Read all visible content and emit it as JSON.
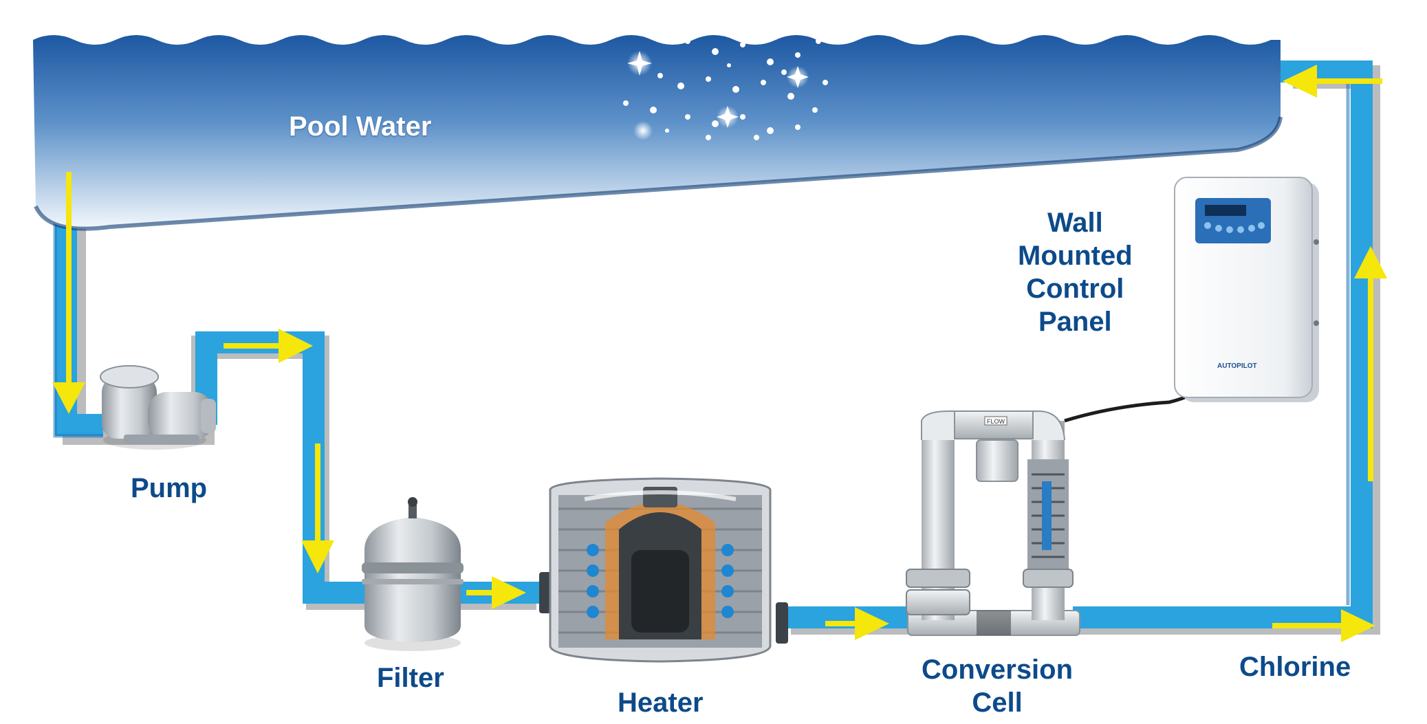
{
  "colors": {
    "pipe": "#2aa3de",
    "pipe_dark": "#1a6fb4",
    "arrow": "#f5e60c",
    "label": "#0d4a8a",
    "water_top": "#1f5fa8",
    "water_bottom": "#f2f7fc"
  },
  "labels": {
    "pool_water": "Pool Water",
    "pump": "Pump",
    "filter": "Filter",
    "heater": "Heater",
    "conversion_cell": [
      "Conversion",
      "Cell"
    ],
    "chlorine": "Chlorine",
    "control_panel": [
      "Wall",
      "Mounted",
      "Control",
      "Panel"
    ]
  },
  "device_text": {
    "panel_brand": "AUTOPILOT",
    "flow_tag": "FLOW"
  },
  "icons": [
    "pump-icon",
    "filter-icon",
    "heater-icon",
    "conversion-cell-icon",
    "control-panel-icon",
    "flow-arrow-icon"
  ]
}
